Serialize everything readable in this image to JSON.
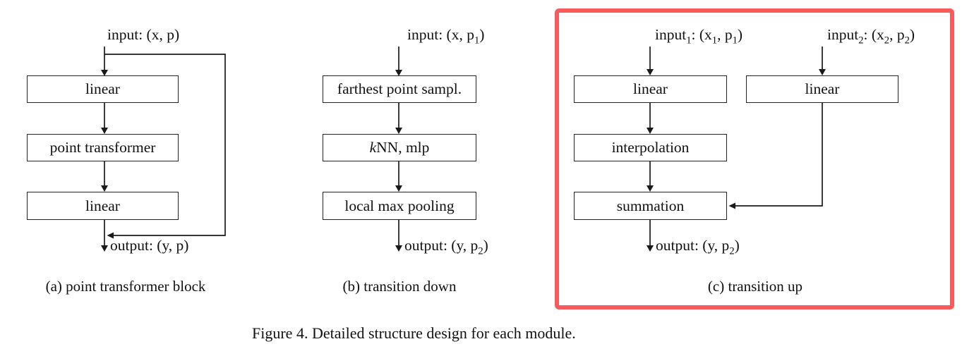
{
  "figure_caption": "Figure 4. Detailed structure design for each module.",
  "colors": {
    "highlight_red": "#f85b5b",
    "line": "#1a1a1a",
    "text": "#111111",
    "box_border": "#222222",
    "background": "#ffffff"
  },
  "panel_a": {
    "caption": "(a) point transformer block",
    "input_label": "input: (x, p)",
    "output_label": "output: (y, p)",
    "box1": "linear",
    "box2": "point transformer",
    "box3": "linear"
  },
  "panel_b": {
    "caption": "(b) transition down",
    "input": {
      "pre": "input: (x, p",
      "sub": "1",
      "post": ")"
    },
    "output": {
      "pre": "output: (y, p",
      "sub": "2",
      "post": ")"
    },
    "box1": "farthest point sampl.",
    "box2": {
      "italic": "k",
      "rest": "NN, mlp"
    },
    "box3": "local max pooling"
  },
  "panel_c": {
    "caption": "(c) transition up",
    "input1": {
      "t1": "input",
      "s1": "1",
      "t2": ": (x",
      "s2": "1",
      "t3": ", p",
      "s3": "1",
      "t4": ")"
    },
    "input2": {
      "t1": "input",
      "s1": "2",
      "t2": ": (x",
      "s2": "2",
      "t3": ", p",
      "s3": "2",
      "t4": ")"
    },
    "output": {
      "pre": "output: (y, p",
      "sub": "2",
      "post": ")"
    },
    "box_left_linear": "linear",
    "box_right_linear": "linear",
    "box_interpolation": "interpolation",
    "box_summation": "summation"
  }
}
